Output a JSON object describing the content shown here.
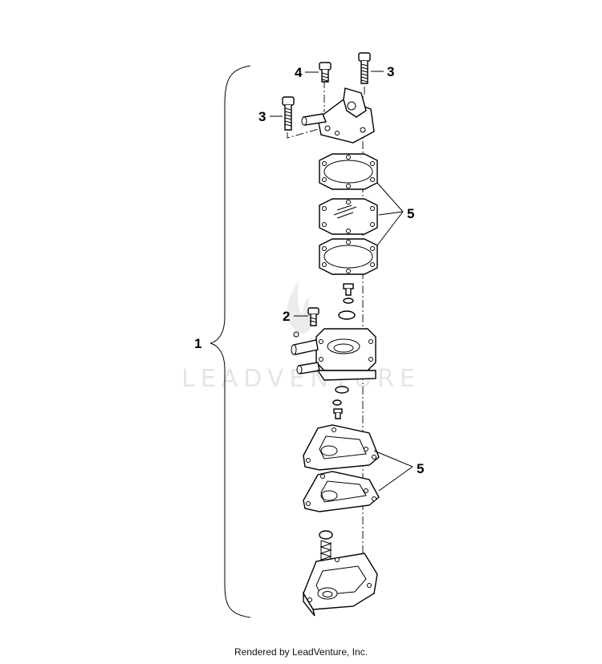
{
  "callouts": {
    "c1": "1",
    "c2": "2",
    "c3_left": "3",
    "c3_right": "3",
    "c4": "4",
    "c5_top": "5",
    "c5_bottom": "5"
  },
  "watermark": {
    "text": "LEADVENTURE",
    "icon": "leadventure-flame-logo"
  },
  "footer": {
    "text": "Rendered by LeadVenture, Inc."
  }
}
